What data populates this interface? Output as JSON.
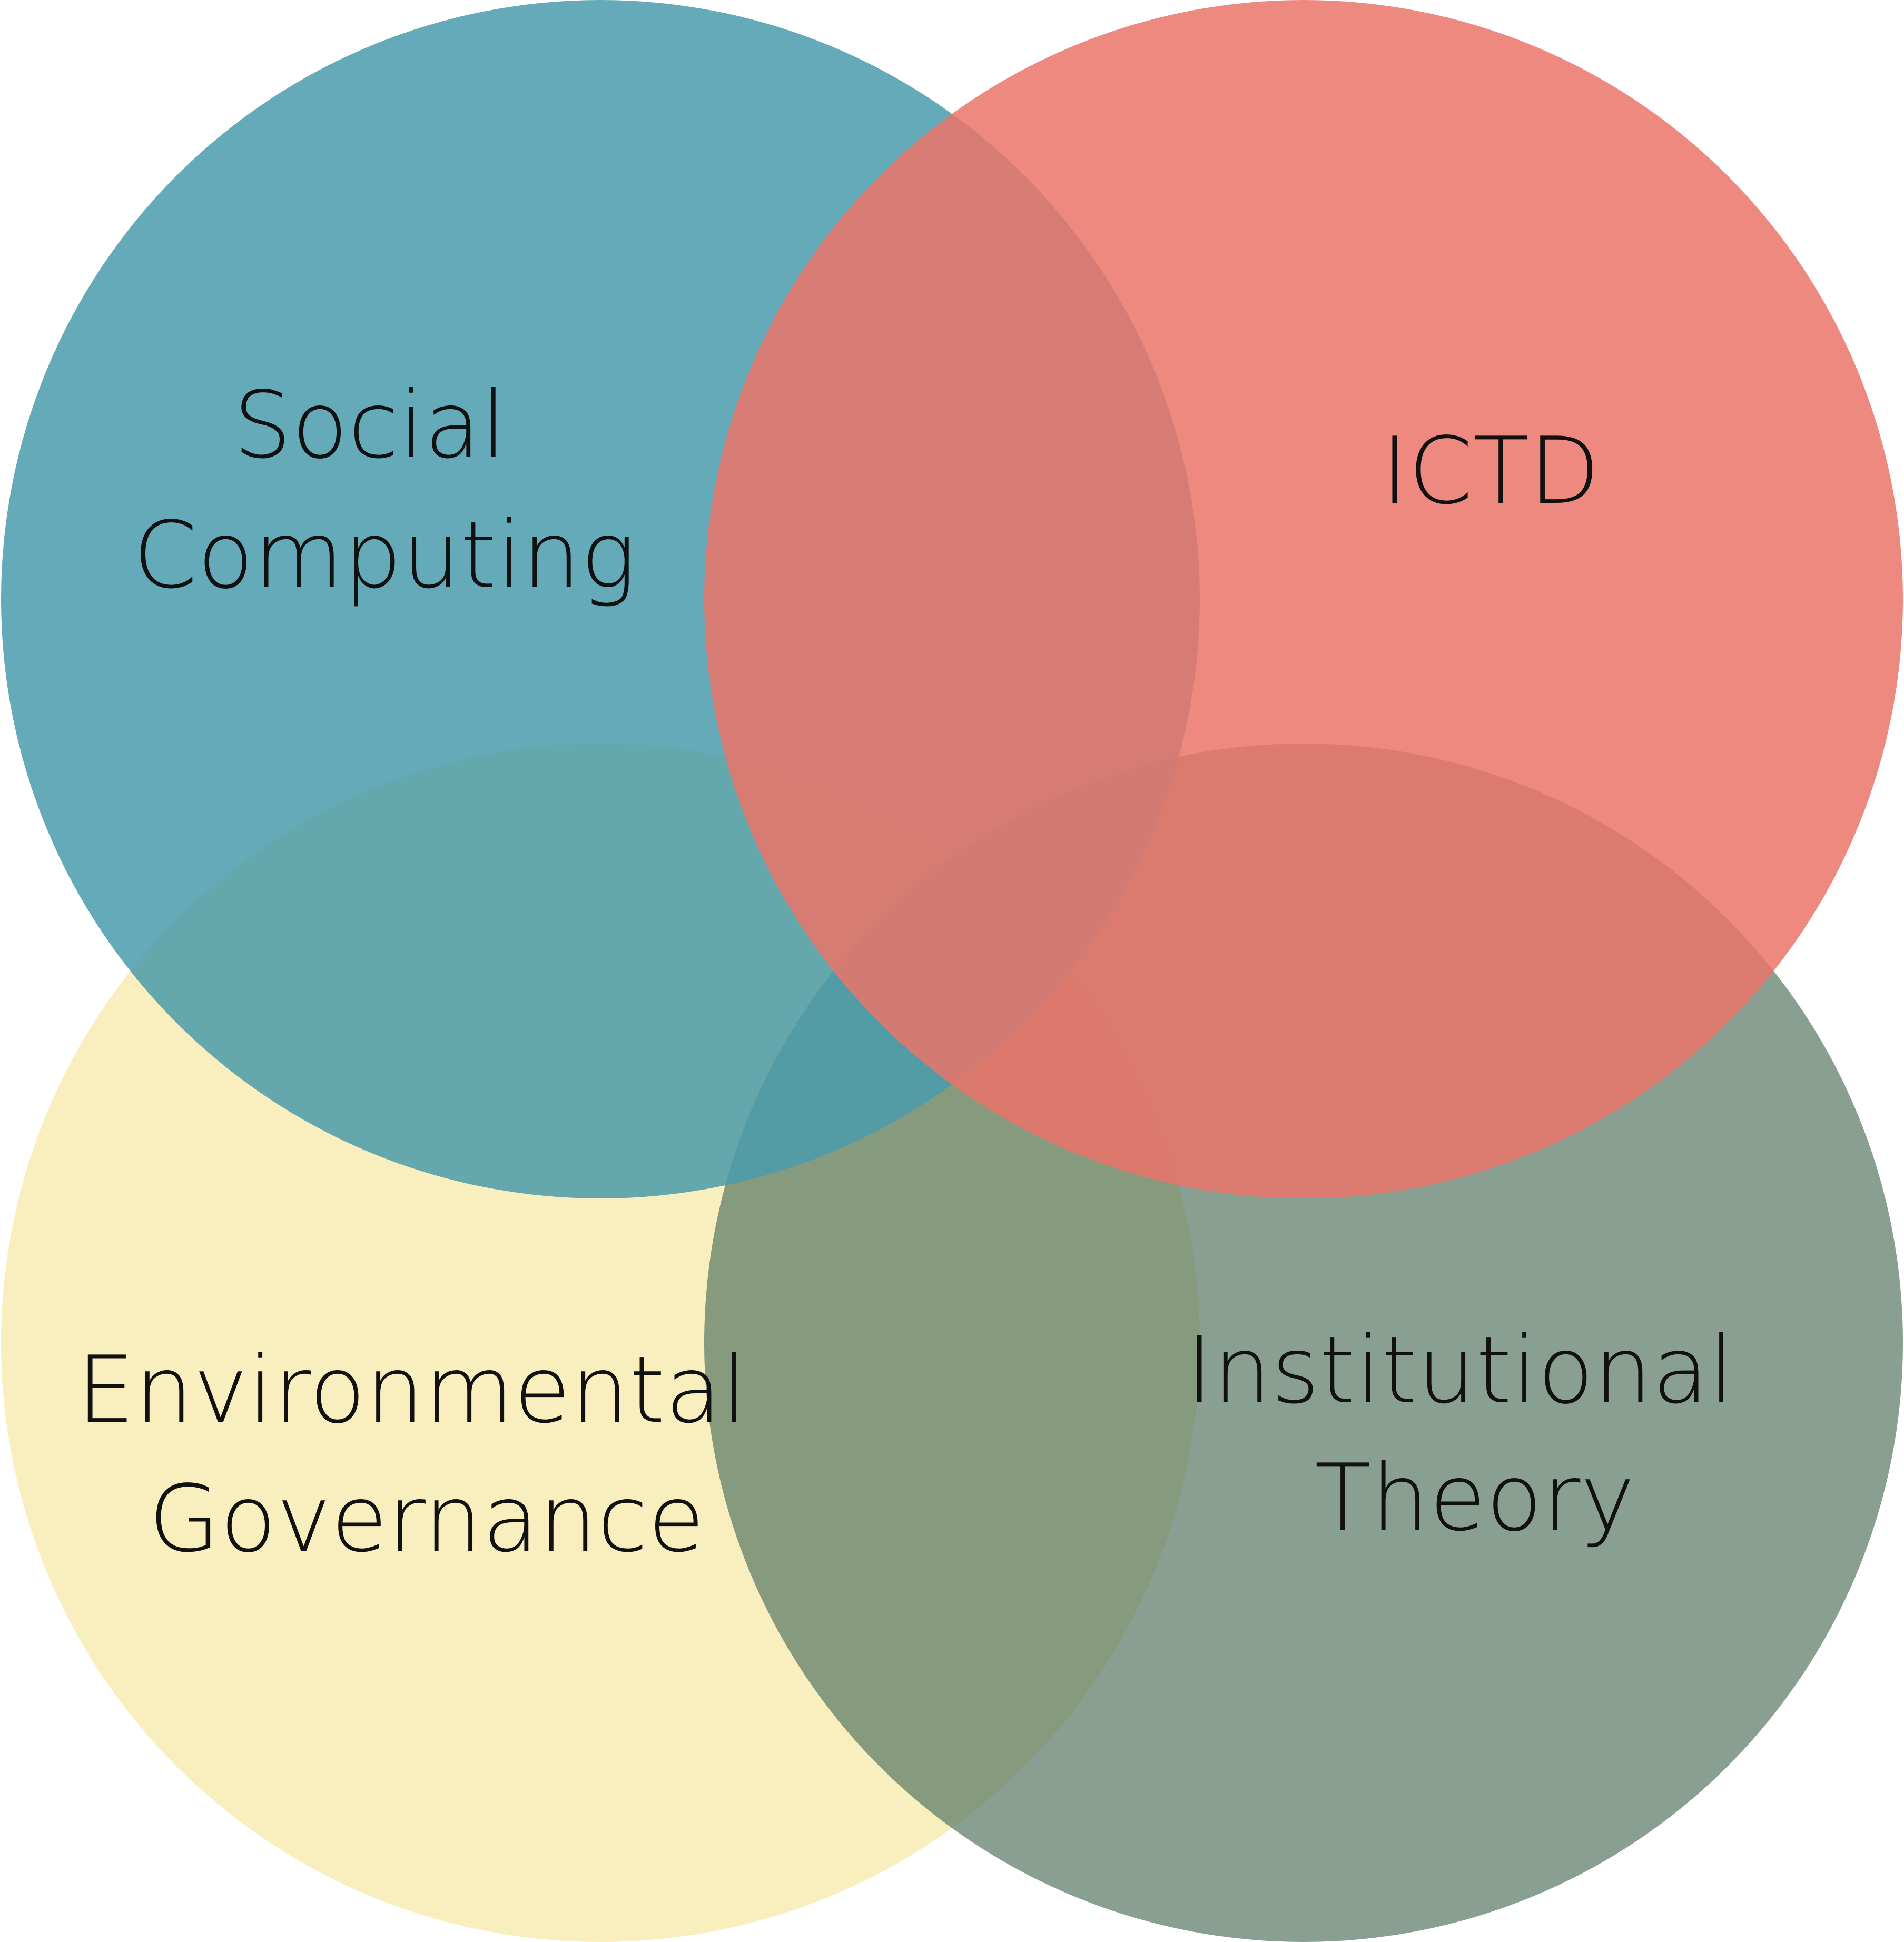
{
  "diagram": {
    "type": "venn",
    "sets": [
      {
        "id": "social-computing",
        "label_lines": [
          "Social",
          "Computing"
        ],
        "color": "#4a9bab",
        "opacity": 0.85
      },
      {
        "id": "ictd",
        "label_lines": [
          "ICTD"
        ],
        "color": "#ea7468",
        "opacity": 0.85
      },
      {
        "id": "environmental-governance",
        "label_lines": [
          "Environmental",
          "Governance"
        ],
        "color": "#f5e8a8",
        "opacity": 0.75
      },
      {
        "id": "institutional-theory",
        "label_lines": [
          "Institutional",
          "Theory"
        ],
        "color": "#4f725f",
        "opacity": 0.68
      }
    ]
  }
}
